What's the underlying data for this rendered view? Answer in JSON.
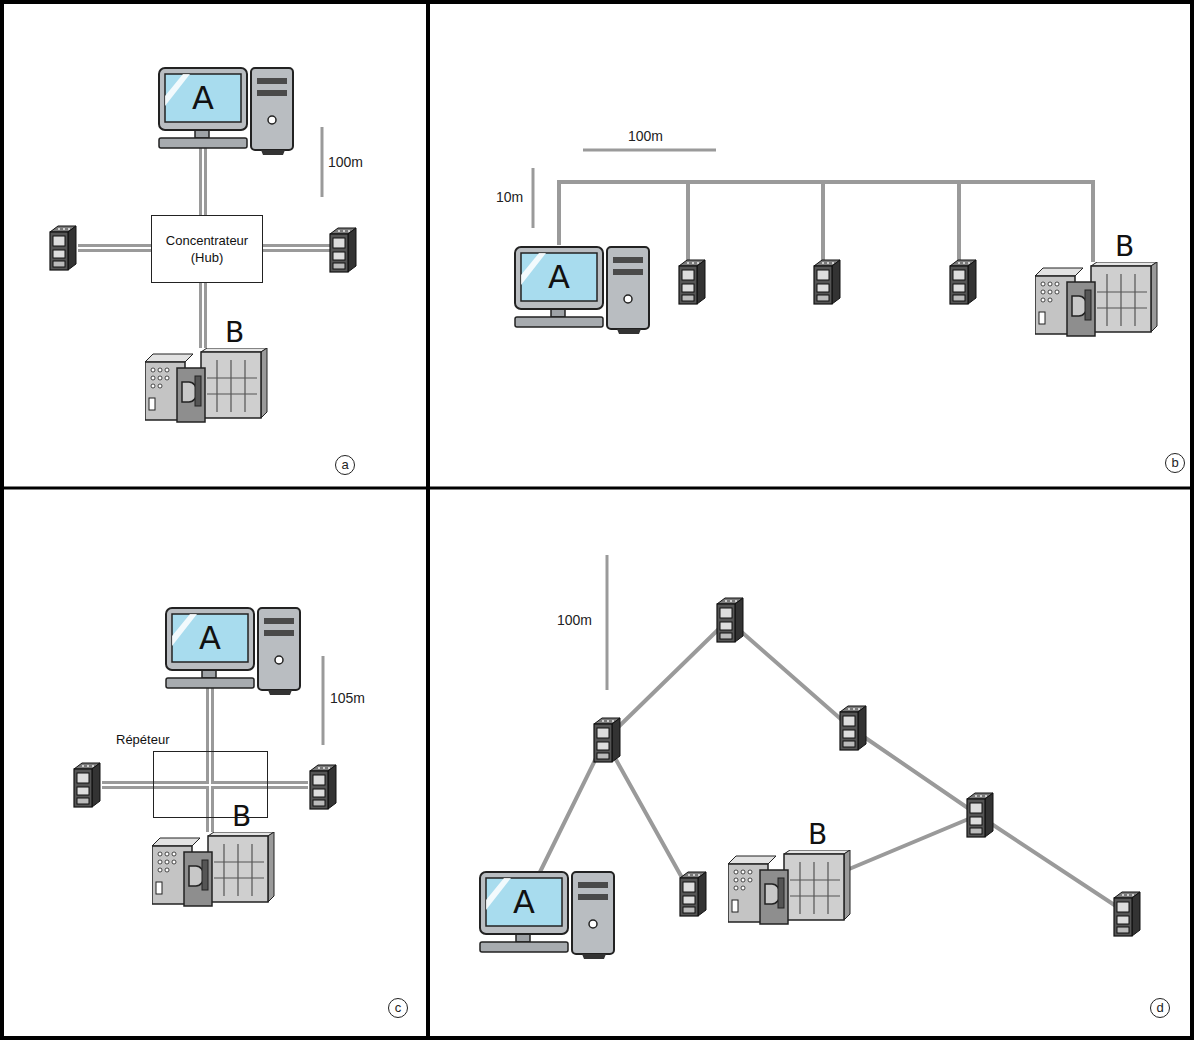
{
  "diagram": {
    "nodes": [
      {
        "text": [
          "A"
        ]
      },
      {
        "text": [
          "Concentrateur (Hub)"
        ]
      },
      {
        "text": [
          "B"
        ]
      },
      {
        "text": [
          "A"
        ]
      },
      {
        "text": [
          "B"
        ]
      },
      {
        "text": [
          "A"
        ]
      },
      {
        "text": [
          "Répéteur"
        ]
      },
      {
        "text": [
          "B"
        ]
      },
      {
        "text": [
          "A"
        ]
      },
      {
        "text": [
          "B"
        ]
      }
    ],
    "edges": [
      {
        "from": 1,
        "to": 0,
        "arrow": "none"
      },
      {
        "from": 1,
        "to": 2,
        "arrow": "none"
      },
      {
        "from": 3,
        "to": 4,
        "arrow": "none"
      },
      {
        "from": 6,
        "to": 5,
        "arrow": "none"
      },
      {
        "from": 6,
        "to": 7,
        "arrow": "none"
      }
    ],
    "labels": [
      "100m",
      "a",
      "100m",
      "10m",
      "b",
      "105m",
      "c",
      "100m",
      "d"
    ]
  }
}
